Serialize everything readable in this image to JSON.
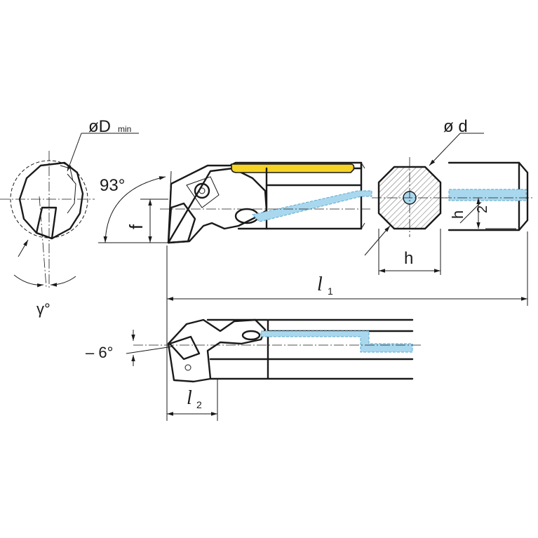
{
  "labels": {
    "d_min": "øD",
    "d_min_sub": "min",
    "angle_93": "93°",
    "f": "f",
    "gamma": "γ°",
    "d": "ø d",
    "h": "h",
    "h_half_h": "h",
    "h_half_2": "2",
    "l1": "l",
    "l1_sub": "1",
    "l2": "l",
    "l2_sub": "2",
    "minus6": "– 6°"
  },
  "colors": {
    "ink": "#1a1a1a",
    "coolant": "#a9d8ee",
    "coolant_edge": "#5aa9d0",
    "marking": "#f5d327"
  }
}
